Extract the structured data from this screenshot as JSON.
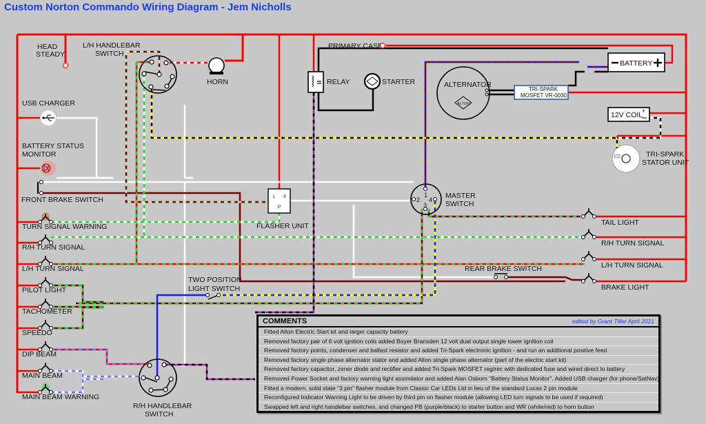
{
  "title": "Custom Norton Commando Wiring Diagram - Jem Nicholls",
  "colors": {
    "red": "#ff0000",
    "black": "#000000",
    "white": "#ffffff",
    "brown": "#7a0000",
    "green": "#2ecc2e",
    "light_green": "#b8f5b8",
    "yellow": "#ffff00",
    "blue": "#1a1aff",
    "light_blue": "#6a7aff",
    "purple": "#aa22aa",
    "title_blue": "#1a3cf0",
    "background": "#c8c8c8"
  },
  "components": {
    "head_steady": "HEAD STEADY",
    "lh_switch": "L/H HANDLEBAR SWITCH",
    "horn": "HORN",
    "primary_case": "PRIMARY CASE",
    "relay": "RELAY",
    "starter": "STARTER",
    "battery": "BATTERY",
    "alternator": "ALTERNATOR",
    "alton_logo": "ALTON",
    "regulator_line1": "TRI-SPARK",
    "regulator_line2": "MOSFET VR-0030",
    "coil": "12V COIL",
    "stator_line1": "TRI-SPARK",
    "stator_line2": "STATOR UNIT",
    "usb_charger": "USB CHARGER",
    "battery_monitor_line1": "BATTERY STATUS",
    "battery_monitor_line2": "MONITOR",
    "front_brake_switch": "FRONT BRAKE SWITCH",
    "flasher_unit": "FLASHER UNIT",
    "flasher_pins": {
      "l": "L",
      "x": "X",
      "p": "P"
    },
    "master_switch_line1": "MASTER",
    "master_switch_line2": "SWITCH",
    "master_pins": [
      "1",
      "2",
      "3",
      "4"
    ],
    "two_position_line1": "TWO POSITION",
    "two_position_line2": "LIGHT SWITCH",
    "rear_brake_switch": "REAR BRAKE SWITCH",
    "rh_switch_line1": "R/H HANDLEBAR",
    "rh_switch_line2": "SWITCH"
  },
  "left_lamps": [
    "TURN SIGNAL WARNING",
    "R/H TURN SIGNAL",
    "L/H TURN SIGNAL",
    "PILOT LIGHT",
    "TACHOMETER",
    "SPEEDO",
    "DIP BEAM",
    "MAIN BEAM",
    "MAIN BEAM WARNING"
  ],
  "right_lamps": [
    "TAIL LIGHT",
    "R/H TURN SIGNAL",
    "L/H TURN SIGNAL",
    "BRAKE LIGHT"
  ],
  "comments": {
    "heading": "COMMENTS",
    "editor": "edited by Grant Tiller April 2021",
    "rows": [
      "Fitted Alton Electric Start kit and larger capacity battery",
      "Removed factory pair of 6 volt ignition coils added Boyer Bransden 12 volt dual output single tower ignition coil",
      "Removed factory points, condenser and ballast resistor and added Tri-Spark electronic ignition - and run an additional positive feed",
      "Removed factory single phase alternator stator and added Alton single phase alternator (part of the electric start kit)",
      "Removed factory capacitor, zener diode and rectifier and added Tri-Spark MOSFET reg/rec with dedicated fuse and wired direct to battery",
      "Removed Power Socket and factory warning light assimilator and added Alan Osborn \"Battery Status Monitor\". Added USB charger (for phone/SatNav)",
      "Fitted a modern, solid state \"3 pin\" flasher module from Classic Car LEDs Ltd in lieu of the standard Lucas 2 pin module",
      "Reconfigured Indicator Warning Light to be driven by third pin on flasher module (allowing LED turn signals to be used if required)",
      "Swapped left and right handlebar switches, and changed PB (purple/black) to starter button and WR (white/red) to horn button"
    ]
  }
}
